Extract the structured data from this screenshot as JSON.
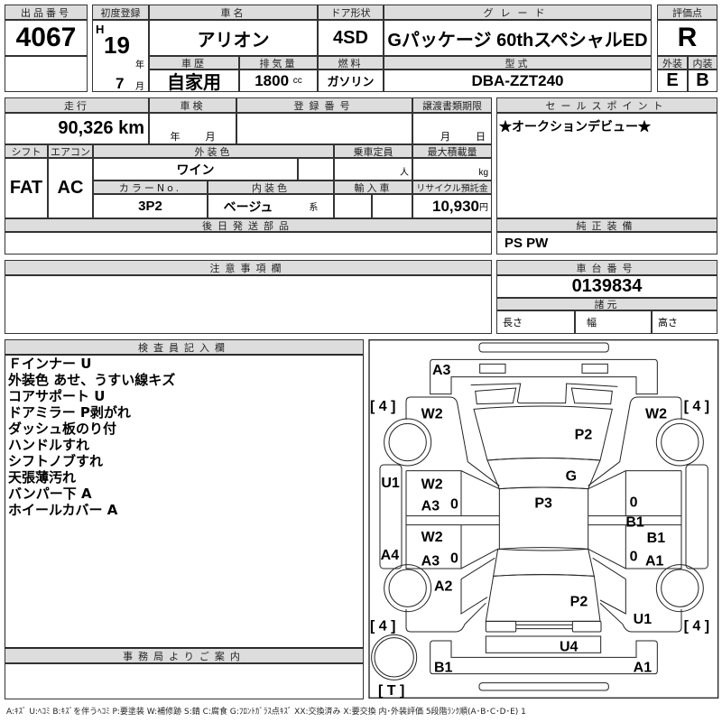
{
  "lot": {
    "label": "出品番号",
    "value": "4067"
  },
  "first_reg": {
    "label": "初度登録",
    "era": "H",
    "year": "19",
    "year_unit": "年",
    "month": "7",
    "month_unit": "月"
  },
  "car_name": {
    "label": "車名",
    "value": "アリオン"
  },
  "door": {
    "label": "ドア形状",
    "value": "4SD"
  },
  "grade": {
    "label": "グレード",
    "value": "Gパッケージ 60thスペシャルED"
  },
  "history": {
    "label": "車歴",
    "value": "自家用"
  },
  "displacement": {
    "label": "排気量",
    "value": "1800",
    "unit": "cc"
  },
  "fuel": {
    "label": "燃料",
    "value": "ガソリン"
  },
  "model": {
    "label": "型式",
    "value": "DBA-ZZT240"
  },
  "score": {
    "label": "評価点",
    "value": "R",
    "ext_label": "外装",
    "int_label": "内装",
    "ext": "E",
    "int": "B"
  },
  "mileage": {
    "label": "走行",
    "value": "90,326 km"
  },
  "inspection": {
    "label": "車検",
    "year_unit": "年",
    "month_unit": "月"
  },
  "reg_no": {
    "label": "登録番号"
  },
  "transfer": {
    "label": "譲渡書類期限",
    "month_unit": "月",
    "day_unit": "日"
  },
  "shift": {
    "label": "シフト",
    "value": "FAT"
  },
  "ac": {
    "label": "エアコン",
    "value": "AC"
  },
  "ext_color": {
    "label": "外装色",
    "value": "ワイン"
  },
  "capacity": {
    "label": "乗車定員",
    "unit": "人"
  },
  "max_load": {
    "label": "最大積載量",
    "unit": "kg"
  },
  "color_no": {
    "label": "カラーNo.",
    "value": "3P2"
  },
  "int_color": {
    "label": "内装色",
    "value": "ベージュ",
    "suffix": "系"
  },
  "import": {
    "label": "輸入車"
  },
  "recycle": {
    "label": "リサイクル預託金",
    "value": "10,930",
    "unit": "円"
  },
  "later_parts": {
    "label": "後日発送部品"
  },
  "sales_point": {
    "label": "セールスポイント",
    "value": "★オークションデビュー★"
  },
  "equipment": {
    "label": "純正装備",
    "value": "PS PW"
  },
  "caution": {
    "label": "注意事項欄"
  },
  "chassis": {
    "label": "車台番号",
    "value": "0139834",
    "spec_label": "諸元",
    "length": "長さ",
    "width": "幅",
    "height": "高さ"
  },
  "inspector": {
    "label": "検査員記入欄",
    "notes": [
      "Ｆインナー U",
      "外装色 あせ、うすい線キズ",
      "コアサポート U",
      "ドアミラー P剥がれ",
      "ダッシュ板のり付",
      "ハンドルすれ",
      "シフトノブすれ",
      "天張薄汚れ",
      "バンパー下 A",
      "ホイールカバー A"
    ]
  },
  "office": {
    "label": "事務局よりご案内"
  },
  "diagram": {
    "marks": {
      "front_bumper": "A3",
      "fl_fender": "W2",
      "fr_fender": "W2",
      "hood": "P2",
      "windshield": "G",
      "roof": "P3",
      "l_rocker_front": "U1",
      "l_rocker_rear": "A4",
      "fl_door_1": "W2",
      "fl_door_2": "A3",
      "rl_door_1": "W2",
      "rl_door_2": "A3",
      "rr_strip": "B1",
      "rr_door_1": "B1",
      "rr_door_2": "A1",
      "rl_quarter": "A2",
      "trunk": "P2",
      "rr_quarter": "U1",
      "rear_panel": "U4",
      "rear_bumper_l": "B1",
      "rear_bumper_r": "A1"
    },
    "tire_fl": "[ 4 ]",
    "tire_fr": "[ 4 ]",
    "tire_rl": "[ 4 ]",
    "tire_rr": "[ 4 ]",
    "spare": "[ T ]"
  },
  "legend": "A:ｷｽﾞ U:ﾍｺﾐ B:ｷｽﾞを伴うﾍｺﾐ P:要塗装 W:補修跡 S:錆 C:腐食 G:ﾌﾛﾝﾄｶﾞﾗｽ点ｷｽﾞ XX:交換済み X:要交換 内･外装評価 5段階ﾗﾝｸ順(A･B･C･D･E) 1"
}
